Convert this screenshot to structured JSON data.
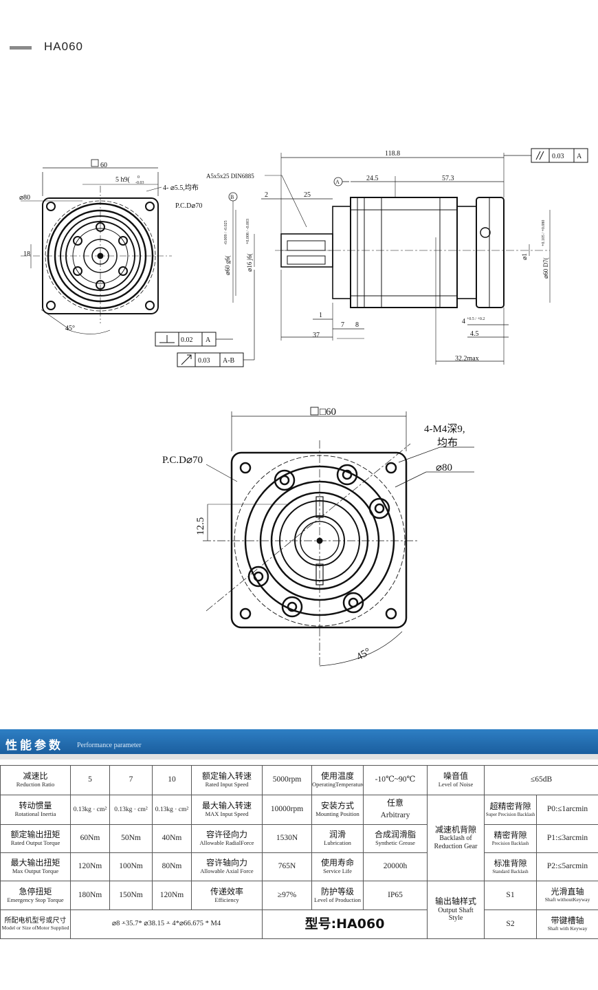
{
  "header": {
    "model": "HA060"
  },
  "drawing_labels": {
    "square60": "60",
    "h9": "5 h9(",
    "h9_tol_upper": "0",
    "h9_tol_lower": "-0.03",
    "holes": "4- ⌀5.5,均布",
    "pcd70": "P.C.D⌀70",
    "dia80": "⌀80",
    "dim18": "18",
    "angle45": "45°",
    "din": "A5x5x25 DIN6885",
    "len118": "118.8",
    "len24": "24.5",
    "len57": "57.3",
    "len2": "2",
    "len25": "25",
    "len1": "1",
    "len7": "7",
    "len8": "8",
    "len37": "37",
    "len45": "4.5",
    "len322": "32.2max",
    "dim4": "4",
    "dim4_tol": "+0.5 / +0.2",
    "g6": "⌀60 g6(",
    "g6_tol": "-0.009 / -0.025",
    "j6": "⌀16 j6(",
    "j6_tol": "+0.008 / -0.003",
    "d1": "⌀1",
    "d7": "⌀60  D7(",
    "d7_tol": "+0.105 / +0.080",
    "datumA": "A",
    "datumB": "B",
    "tol1_val": "0.02",
    "tol1_ref": "A",
    "tol2_val": "0.03",
    "tol2_ref": "A-B",
    "tol3_val": "0.03",
    "tol3_ref": "A",
    "front_square": "□60",
    "front_m4": "4-M4深9,",
    "front_m4b": "均布",
    "front_pcd": "P.C.D⌀70",
    "front_dia80": "⌀80",
    "front_125": "12.5",
    "front_45": "45°"
  },
  "performance": {
    "title_zh": "性能参数",
    "title_en": "Performance parameter",
    "rows": {
      "ratio": {
        "zh": "减速比",
        "en": "Reduction Ratio",
        "v": [
          "5",
          "7",
          "10"
        ]
      },
      "inertia": {
        "zh": "转动惯量",
        "en": "Rotational Inertia",
        "v": [
          "0.13kg · cm²",
          "0.13kg · cm²",
          "0.13kg · cm²"
        ]
      },
      "torque": {
        "zh": "额定输出扭矩",
        "en": "Rated Output Torque",
        "v": [
          "60Nm",
          "50Nm",
          "40Nm"
        ]
      },
      "maxtorque": {
        "zh": "最大输出扭矩",
        "en": "Max Output Torque",
        "v": [
          "120Nm",
          "100Nm",
          "80Nm"
        ]
      },
      "estop": {
        "zh": "急停扭矩",
        "en": "Emergency Stop Torque",
        "v": [
          "180Nm",
          "150Nm",
          "120Nm"
        ]
      },
      "motor": {
        "zh": "所配电机型号或尺寸",
        "en": "Model or Size ofMotor Supplied",
        "v": "⌀8 ⩡35.7* ⌀38.15 ⩡ 4*⌀66.675 * M4"
      }
    },
    "col2": {
      "speed": {
        "zh": "额定输入转速",
        "en": "Rated Input Speed",
        "v": "5000rpm"
      },
      "maxspeed": {
        "zh": "最大输入转速",
        "en": "MAX Input Speed",
        "v": "10000rpm"
      },
      "radial": {
        "zh": "容许径向力",
        "en": "Allowable RadialForce",
        "v": "1530N"
      },
      "axial": {
        "zh": "容许轴向力",
        "en": "Allowable Axial Force",
        "v": "765N"
      },
      "eff": {
        "zh": "传递效率",
        "en": "Efficiency",
        "v": "≥97%"
      }
    },
    "col3": {
      "temp": {
        "zh": "使用温度",
        "en": "OperatingTemperature",
        "v": "-10℃~90℃"
      },
      "mount": {
        "zh": "安装方式",
        "en": "Mounting Position",
        "v_zh": "任意",
        "v_en": "Arbitrary"
      },
      "lub": {
        "zh": "润滑",
        "en": "Lubrication",
        "v_zh": "合成润滑脂",
        "v_en": "Synthetic Grease"
      },
      "life": {
        "zh": "使用寿命",
        "en": "Service Life",
        "v": "20000h"
      },
      "ip": {
        "zh": "防护等级",
        "en": "Level of Production",
        "v": "IP65"
      }
    },
    "col4": {
      "noise": {
        "zh": "噪音值",
        "en": "Level of Noise",
        "v": "≤65dB"
      },
      "backlash": {
        "zh": "减速机背隙",
        "en1": "Backlash of",
        "en2": "Reduction Gear"
      },
      "super": {
        "zh": "超精密背隙",
        "en": "Super Precision Backlash",
        "v": "P0:≤1arcmin"
      },
      "precision": {
        "zh": "精密背隙",
        "en": "Precision Backlash",
        "v": "P1:≤3arcmin"
      },
      "standard": {
        "zh": "标准背隙",
        "en": "Standard Backlash",
        "v": "P2:≤5arcmin"
      },
      "shaft": {
        "zh": "输出轴样式",
        "en1": "Output Shaft",
        "en2": "Style"
      },
      "s1": {
        "code": "S1",
        "zh": "光滑直轴",
        "en": "Shaft withoutKeyway"
      },
      "s2": {
        "code": "S2",
        "zh": "带键槽轴",
        "en": "Shaft with Keyway"
      }
    },
    "model_label": "型号:HA060"
  }
}
